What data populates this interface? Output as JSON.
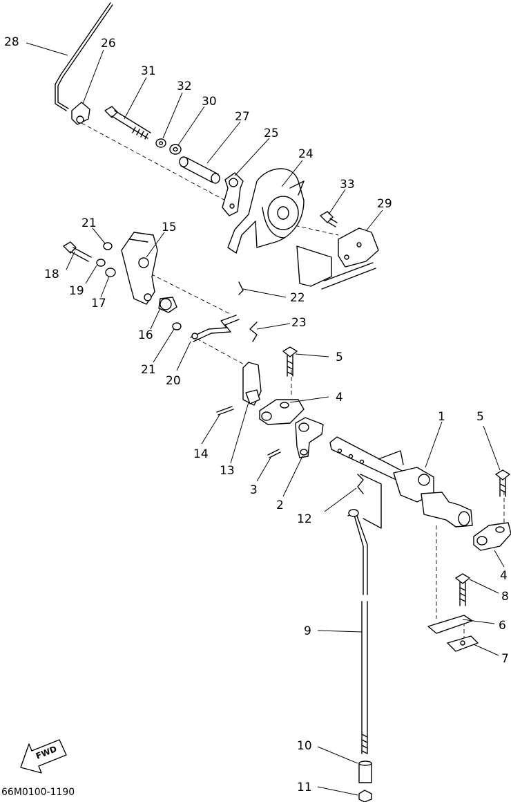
{
  "drawing_code": "66M0100-1190",
  "direction_arrow": {
    "label": "FWD",
    "icon": "fwd-arrow-icon"
  },
  "callouts": {
    "c1": "1",
    "c2": "2",
    "c3": "3",
    "c4a": "4",
    "c4b": "4",
    "c5a": "5",
    "c5b": "5",
    "c6": "6",
    "c7": "7",
    "c8": "8",
    "c9": "9",
    "c10": "10",
    "c11": "11",
    "c12": "12",
    "c13": "13",
    "c14": "14",
    "c15": "15",
    "c16": "16",
    "c17": "17",
    "c18": "18",
    "c19": "19",
    "c20": "20",
    "c21a": "21",
    "c21b": "21",
    "c22": "22",
    "c23": "23",
    "c24": "24",
    "c25": "25",
    "c26": "26",
    "c27": "27",
    "c28": "28",
    "c29": "29",
    "c30": "30",
    "c31": "31",
    "c32": "32",
    "c33": "33"
  }
}
